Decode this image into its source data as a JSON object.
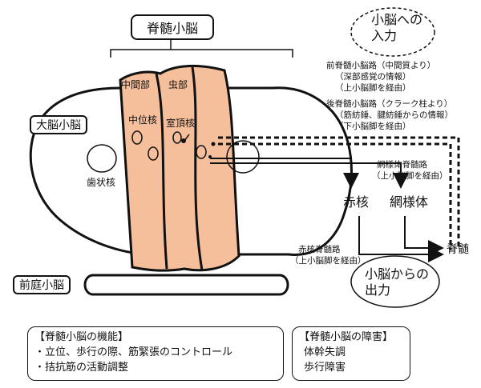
{
  "title": "脊髄小脳",
  "cerebellum_regions": {
    "cerebrocerebellum": "大脳小脳",
    "vestibulocerebellum": "前庭小脳",
    "intermediate": "中間部",
    "vermis": "虫部"
  },
  "nuclei": {
    "interposed": "中位核",
    "fastigial": "室頂核",
    "dentate": "歯状核"
  },
  "input": {
    "heading_line1": "小脳への",
    "heading_line2": "入力",
    "anterior_tract": "前脊髄小脳路（中間質より）",
    "anterior_info": "（深部感覚の情報）",
    "anterior_route": "（上小脳脚を経由）",
    "posterior_tract": "後脊髄小脳路（クラーク柱より）",
    "posterior_info": "（筋紡錘、腱紡錘からの情報）",
    "posterior_route": "（下小脳脚を経由）"
  },
  "output": {
    "heading_line1": "小脳からの",
    "heading_line2": "出力",
    "red_nucleus": "赤核",
    "reticular": "網様体",
    "spinal_cord": "脊髄",
    "reticulospinal_tract": "網様体脊髄路",
    "reticulospinal_route": "（上小脳脚を経由）",
    "rubrospinal_tract": "赤核脊髄路",
    "rubrospinal_route": "（上小脳脚を経由）"
  },
  "function_panel": {
    "heading": "【脊髄小脳の機能】",
    "items": [
      "・立位、歩行の際、筋緊張のコントロール",
      "・拮抗筋の活動調整"
    ]
  },
  "disorder_panel": {
    "heading": "【脊髄小脳の障害】",
    "items": [
      "体幹失調",
      "歩行障害"
    ]
  },
  "colors": {
    "spinocerebellum_fill": "#f6bf9c",
    "outline": "#111111"
  }
}
